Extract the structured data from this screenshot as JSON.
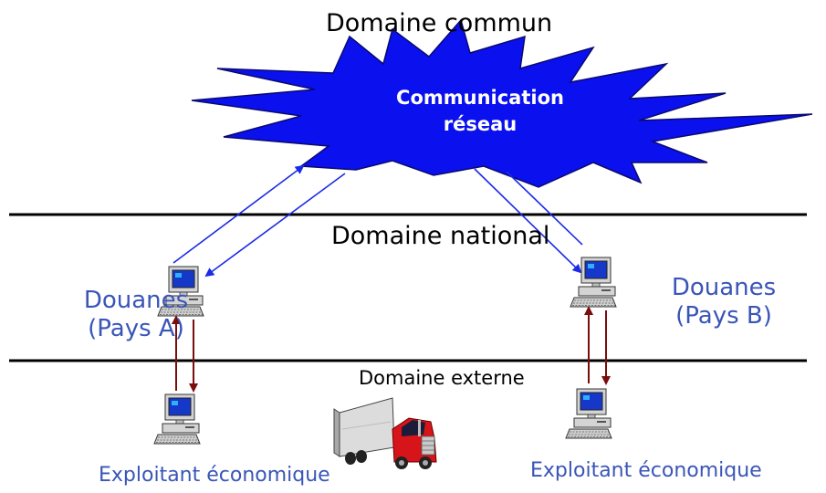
{
  "domains": {
    "common": "Domaine commun",
    "national": "Domaine national",
    "external": "Domaine externe"
  },
  "network": {
    "line1": "Communication",
    "line2": "réseau"
  },
  "customs_a": {
    "line1": "Douanes",
    "line2": "(Pays A)"
  },
  "customs_b": {
    "line1": "Douanes",
    "line2": "(Pays B)"
  },
  "operator_left": "Exploitant économique",
  "operator_right": "Exploitant économique",
  "colors": {
    "cloud": "#0a10ee",
    "cloud_text": "#ffffff",
    "blue_arrow": "#1a2be6",
    "red_arrow": "#7a0d0d",
    "label_blue": "#3a55b8",
    "divider": "#000000"
  }
}
